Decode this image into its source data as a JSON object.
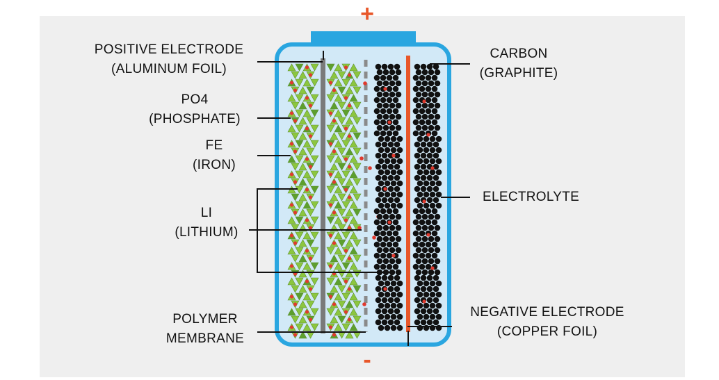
{
  "diagram": {
    "terminals": {
      "positive": "+",
      "negative": "-"
    },
    "labels": {
      "positive_electrode": {
        "line1": "POSITIVE ELECTRODE",
        "line2": "(ALUMINUM FOIL)"
      },
      "phosphate": {
        "line1": "PO4",
        "line2": "(PHOSPHATE)"
      },
      "iron": {
        "line1": "FE",
        "line2": "(IRON)"
      },
      "lithium": {
        "line1": "LI",
        "line2": "(LITHIUM)"
      },
      "polymer_membrane": {
        "line1": "POLYMER",
        "line2": "MEMBRANE"
      },
      "carbon": {
        "line1": "CARBON",
        "line2": "(GRAPHITE)"
      },
      "electrolyte": {
        "line1": "ELECTROLYTE"
      },
      "negative_electrode": {
        "line1": "NEGATIVE ELECTRODE",
        "line2": "(COPPER FOIL)"
      }
    },
    "colors": {
      "panel": "#efefef",
      "cell_fill": "#d2e9f7",
      "cell_border": "#2aa6e0",
      "cap": "#2aa6e0",
      "sign": "#e8572a",
      "aluminum_foil": "#7a7a7a",
      "copper_foil": "#e8572a",
      "phosphate_green": "#8cc63f",
      "iron_green": "#5d9f2e",
      "lithium_red": "#e03a2e",
      "graphite": "#111111",
      "membrane": "#8a8a8a"
    }
  }
}
